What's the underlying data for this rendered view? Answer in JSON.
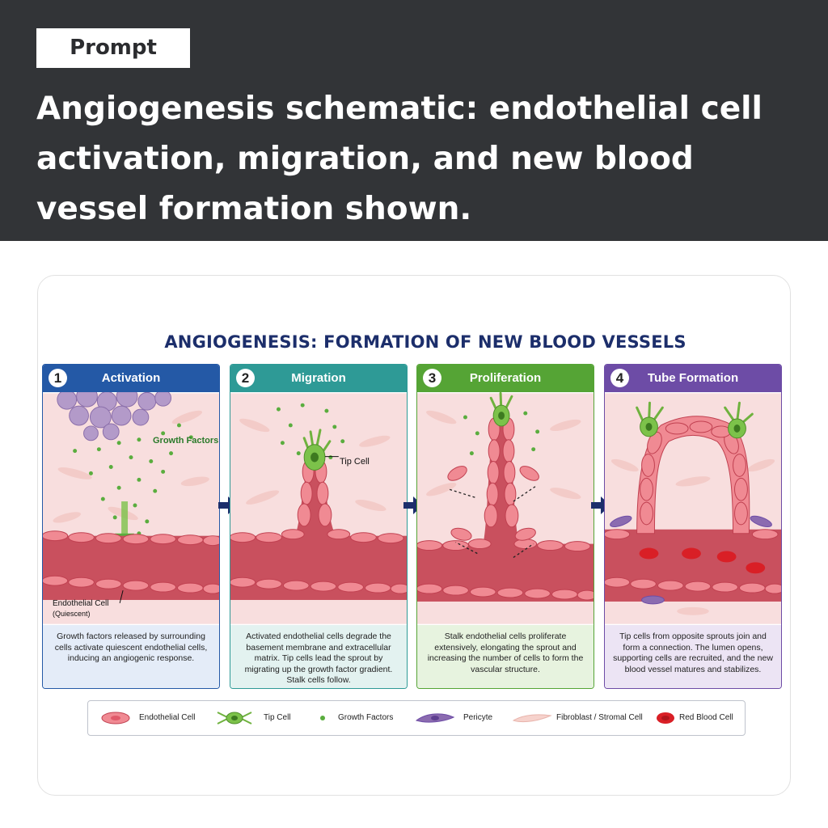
{
  "prompt": {
    "tag": "Prompt",
    "text": "Angiogenesis schematic: endothelial cell activation, migration, and new blood vessel formation shown."
  },
  "figure": {
    "title": "ANGIOGENESIS: FORMATION OF NEW BLOOD VESSELS",
    "panels": [
      {
        "number": "1",
        "title": "Activation",
        "color": "#2459a6",
        "caption_bg": "#e4ecf8",
        "caption": "Growth factors released by surrounding cells activate quiescent endothelial cells, inducing an angiogenic response."
      },
      {
        "number": "2",
        "title": "Migration",
        "color": "#2e9a96",
        "caption_bg": "#e3f2f0",
        "caption": "Activated endothelial cells degrade the basement membrane and extracellular matrix. Tip cells lead the sprout by migrating up the growth factor gradient. Stalk cells follow."
      },
      {
        "number": "3",
        "title": "Proliferation",
        "color": "#55a435",
        "caption_bg": "#e7f3df",
        "caption": "Stalk endothelial cells proliferate extensively, elongating the sprout and increasing the number of cells to form the vascular structure."
      },
      {
        "number": "4",
        "title": "Tube Formation",
        "color": "#6d4ca6",
        "caption_bg": "#ece4f4",
        "caption": "Tip cells from opposite sprouts join and form a connection. The lumen opens, supporting cells are recruited, and the new blood vessel matures and stabilizes."
      }
    ],
    "annotations": {
      "growth_factors": "Growth Factors",
      "tip_cell": "Tip Cell",
      "endothelial_cell": "Endothelial Cell",
      "quiescent": "(Quiescent)"
    },
    "legend": [
      {
        "label": "Endothelial Cell",
        "icon": "endothelial-cell-icon"
      },
      {
        "label": "Tip Cell",
        "icon": "tip-cell-icon"
      },
      {
        "label": "Growth Factors",
        "icon": "growth-factor-icon"
      },
      {
        "label": "Pericyte",
        "icon": "pericyte-icon"
      },
      {
        "label": "Fibroblast / Stromal Cell",
        "icon": "fibroblast-icon"
      },
      {
        "label": "Red Blood Cell",
        "icon": "red-blood-cell-icon"
      }
    ],
    "colors": {
      "title": "#1c2e6b",
      "vessel": "#c9505e",
      "cell": "#f08a93",
      "growth_factor": "#5aad3e",
      "tip_cell": "#7cc24a",
      "pericyte": "#8b6bb0",
      "rbc": "#d91f26",
      "arrow": "#1c2e6b"
    }
  }
}
